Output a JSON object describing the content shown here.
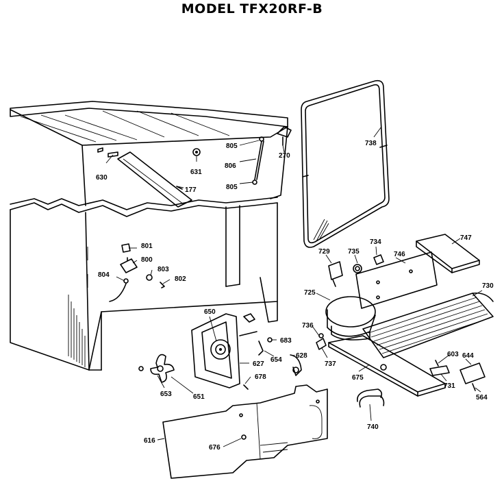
{
  "title": "MODEL TFX20RF-B",
  "labels": {
    "l630": "630",
    "l631": "631",
    "l177": "177",
    "l805a": "805",
    "l806": "806",
    "l805b": "805",
    "l270": "270",
    "l738": "738",
    "l747": "747",
    "l729": "729",
    "l735": "735",
    "l734": "734",
    "l746": "746",
    "l725": "725",
    "l730": "730",
    "l736": "736",
    "l737": "737",
    "l675": "675",
    "l603": "603",
    "l644": "644",
    "l731": "731",
    "l564": "564",
    "l740": "740",
    "l801": "801",
    "l800": "800",
    "l803": "803",
    "l804": "804",
    "l802": "802",
    "l650": "650",
    "l683": "683",
    "l654": "654",
    "l628": "628",
    "l627": "627",
    "l678": "678",
    "l653": "653",
    "l651": "651",
    "l616": "616",
    "l676": "676"
  }
}
